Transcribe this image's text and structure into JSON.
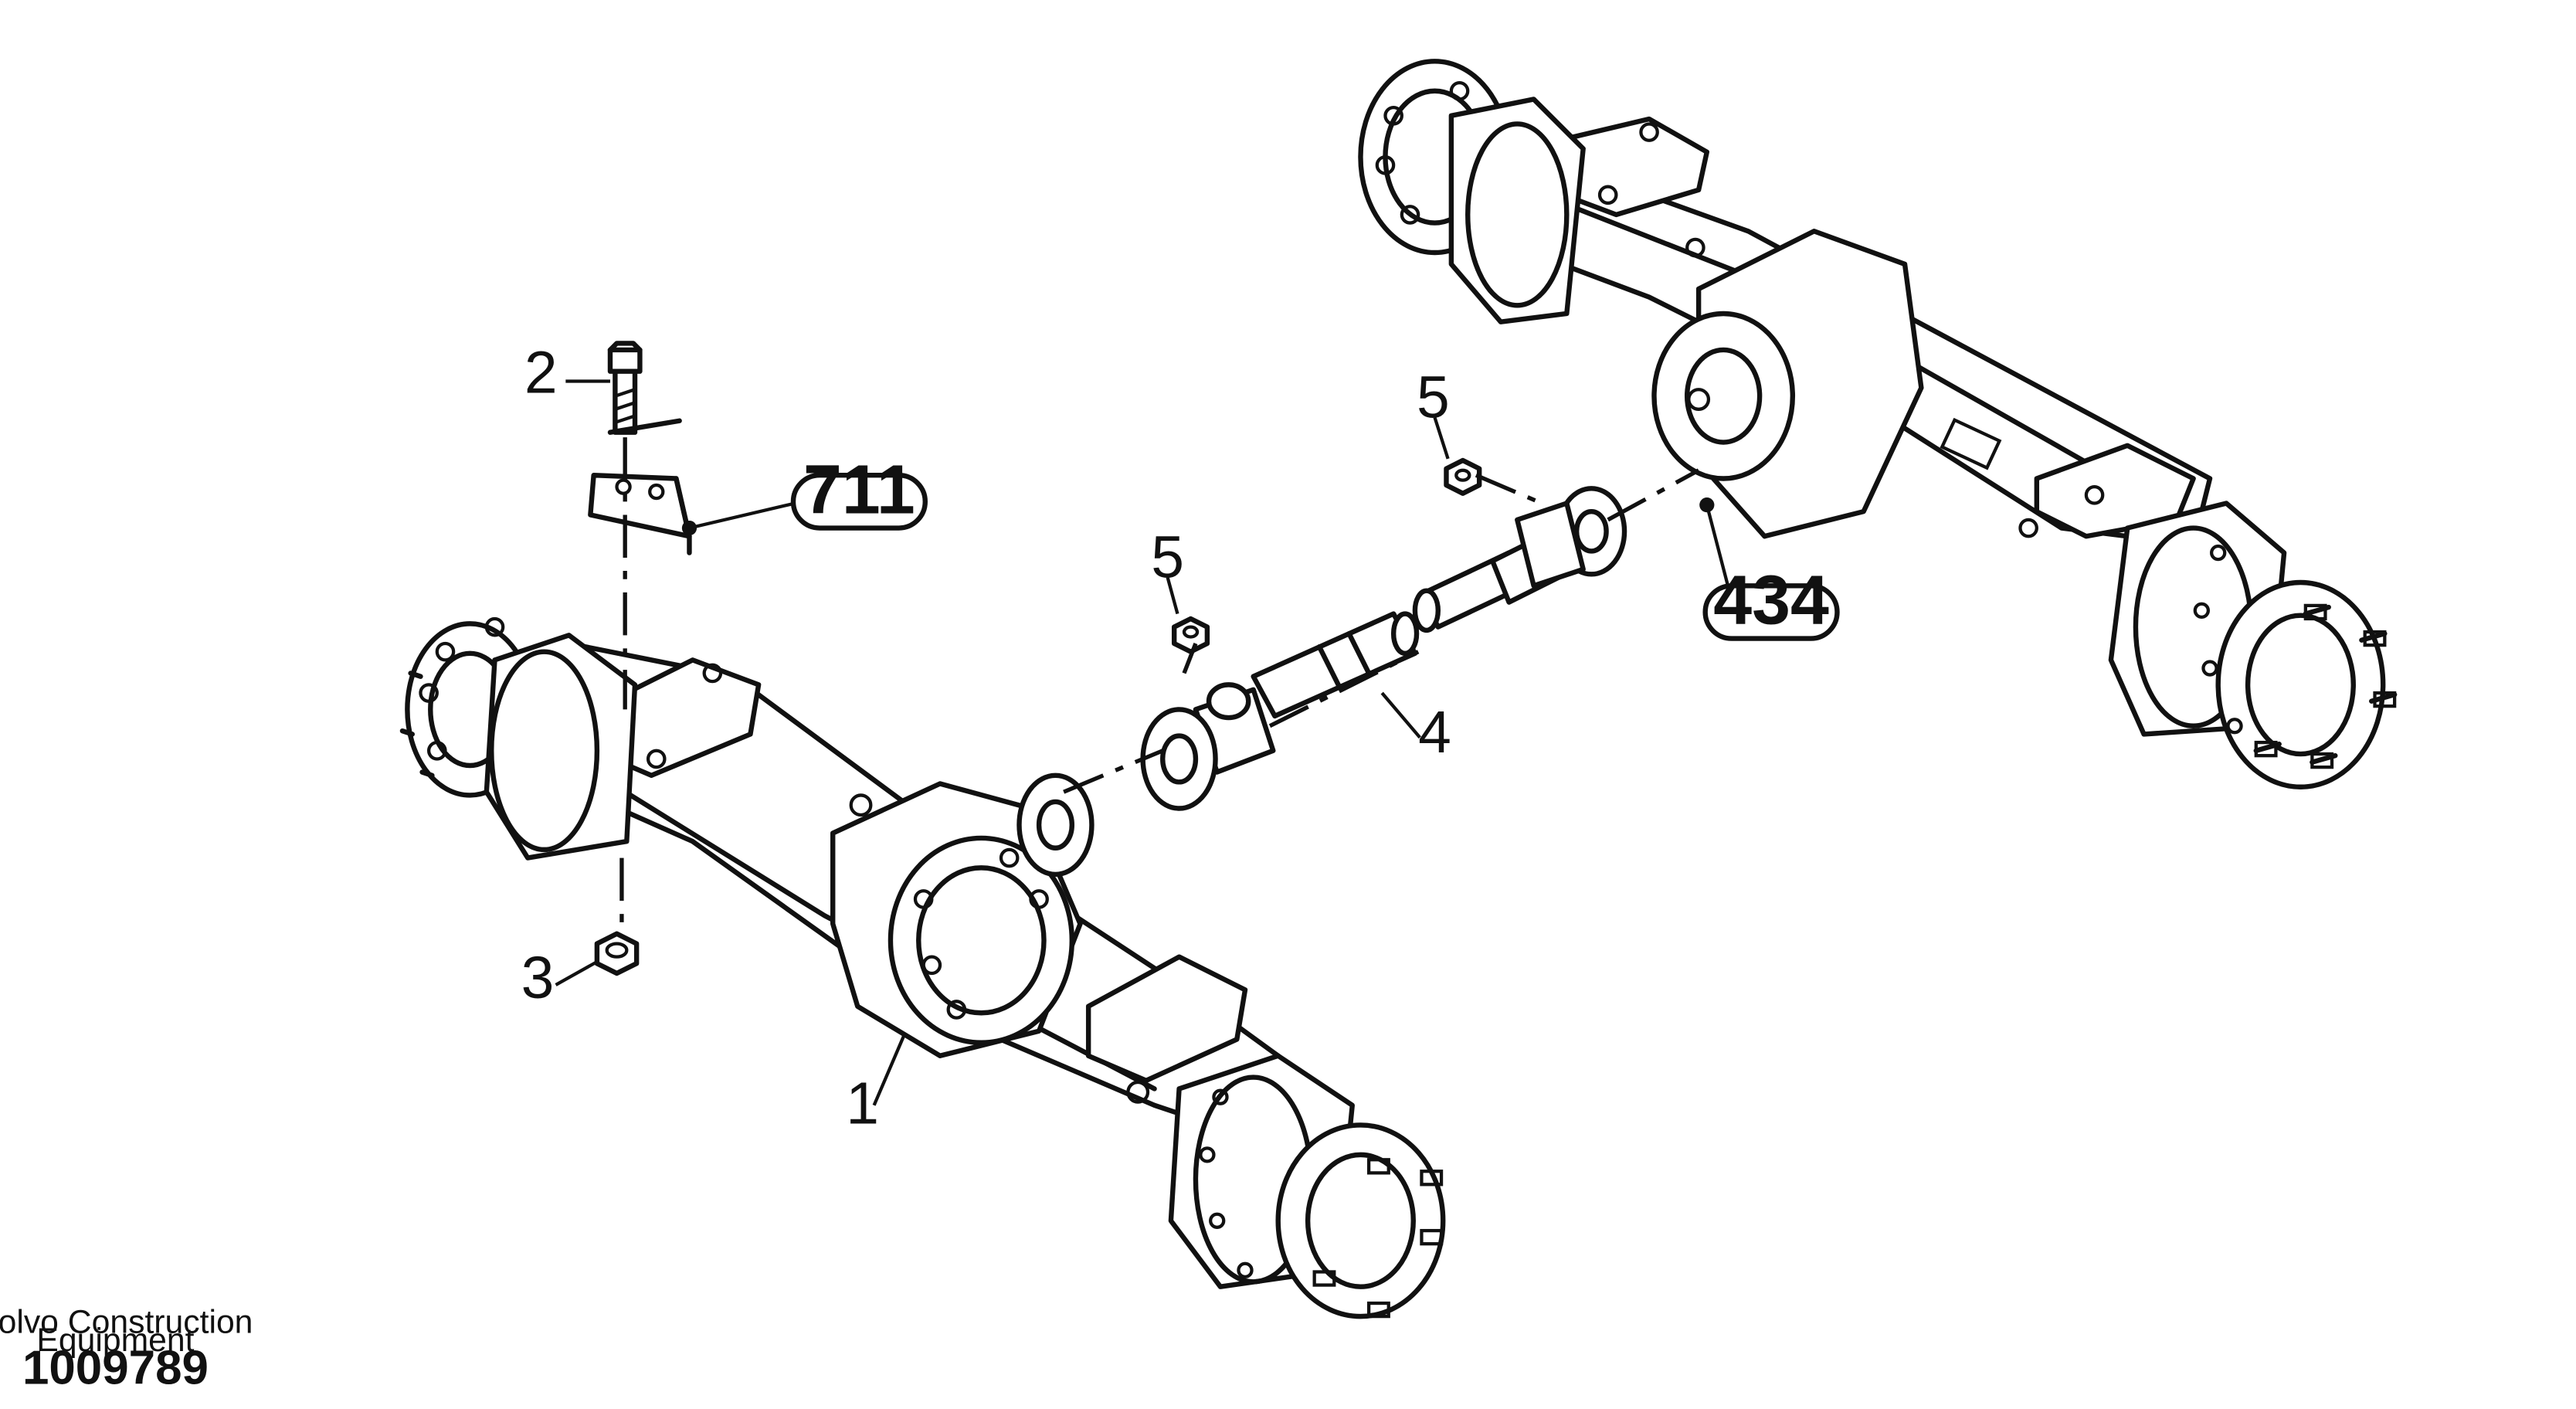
{
  "callouts": {
    "item_1": "1",
    "item_2": "2",
    "item_3": "3",
    "item_4": "4",
    "item_5a": "5",
    "item_5b": "5"
  },
  "references": {
    "ref_711": "711",
    "ref_434": "434"
  },
  "footer": {
    "company_line1": "Volvo Construction",
    "company_line2": "Equipment",
    "drawing_number": "1009789"
  }
}
